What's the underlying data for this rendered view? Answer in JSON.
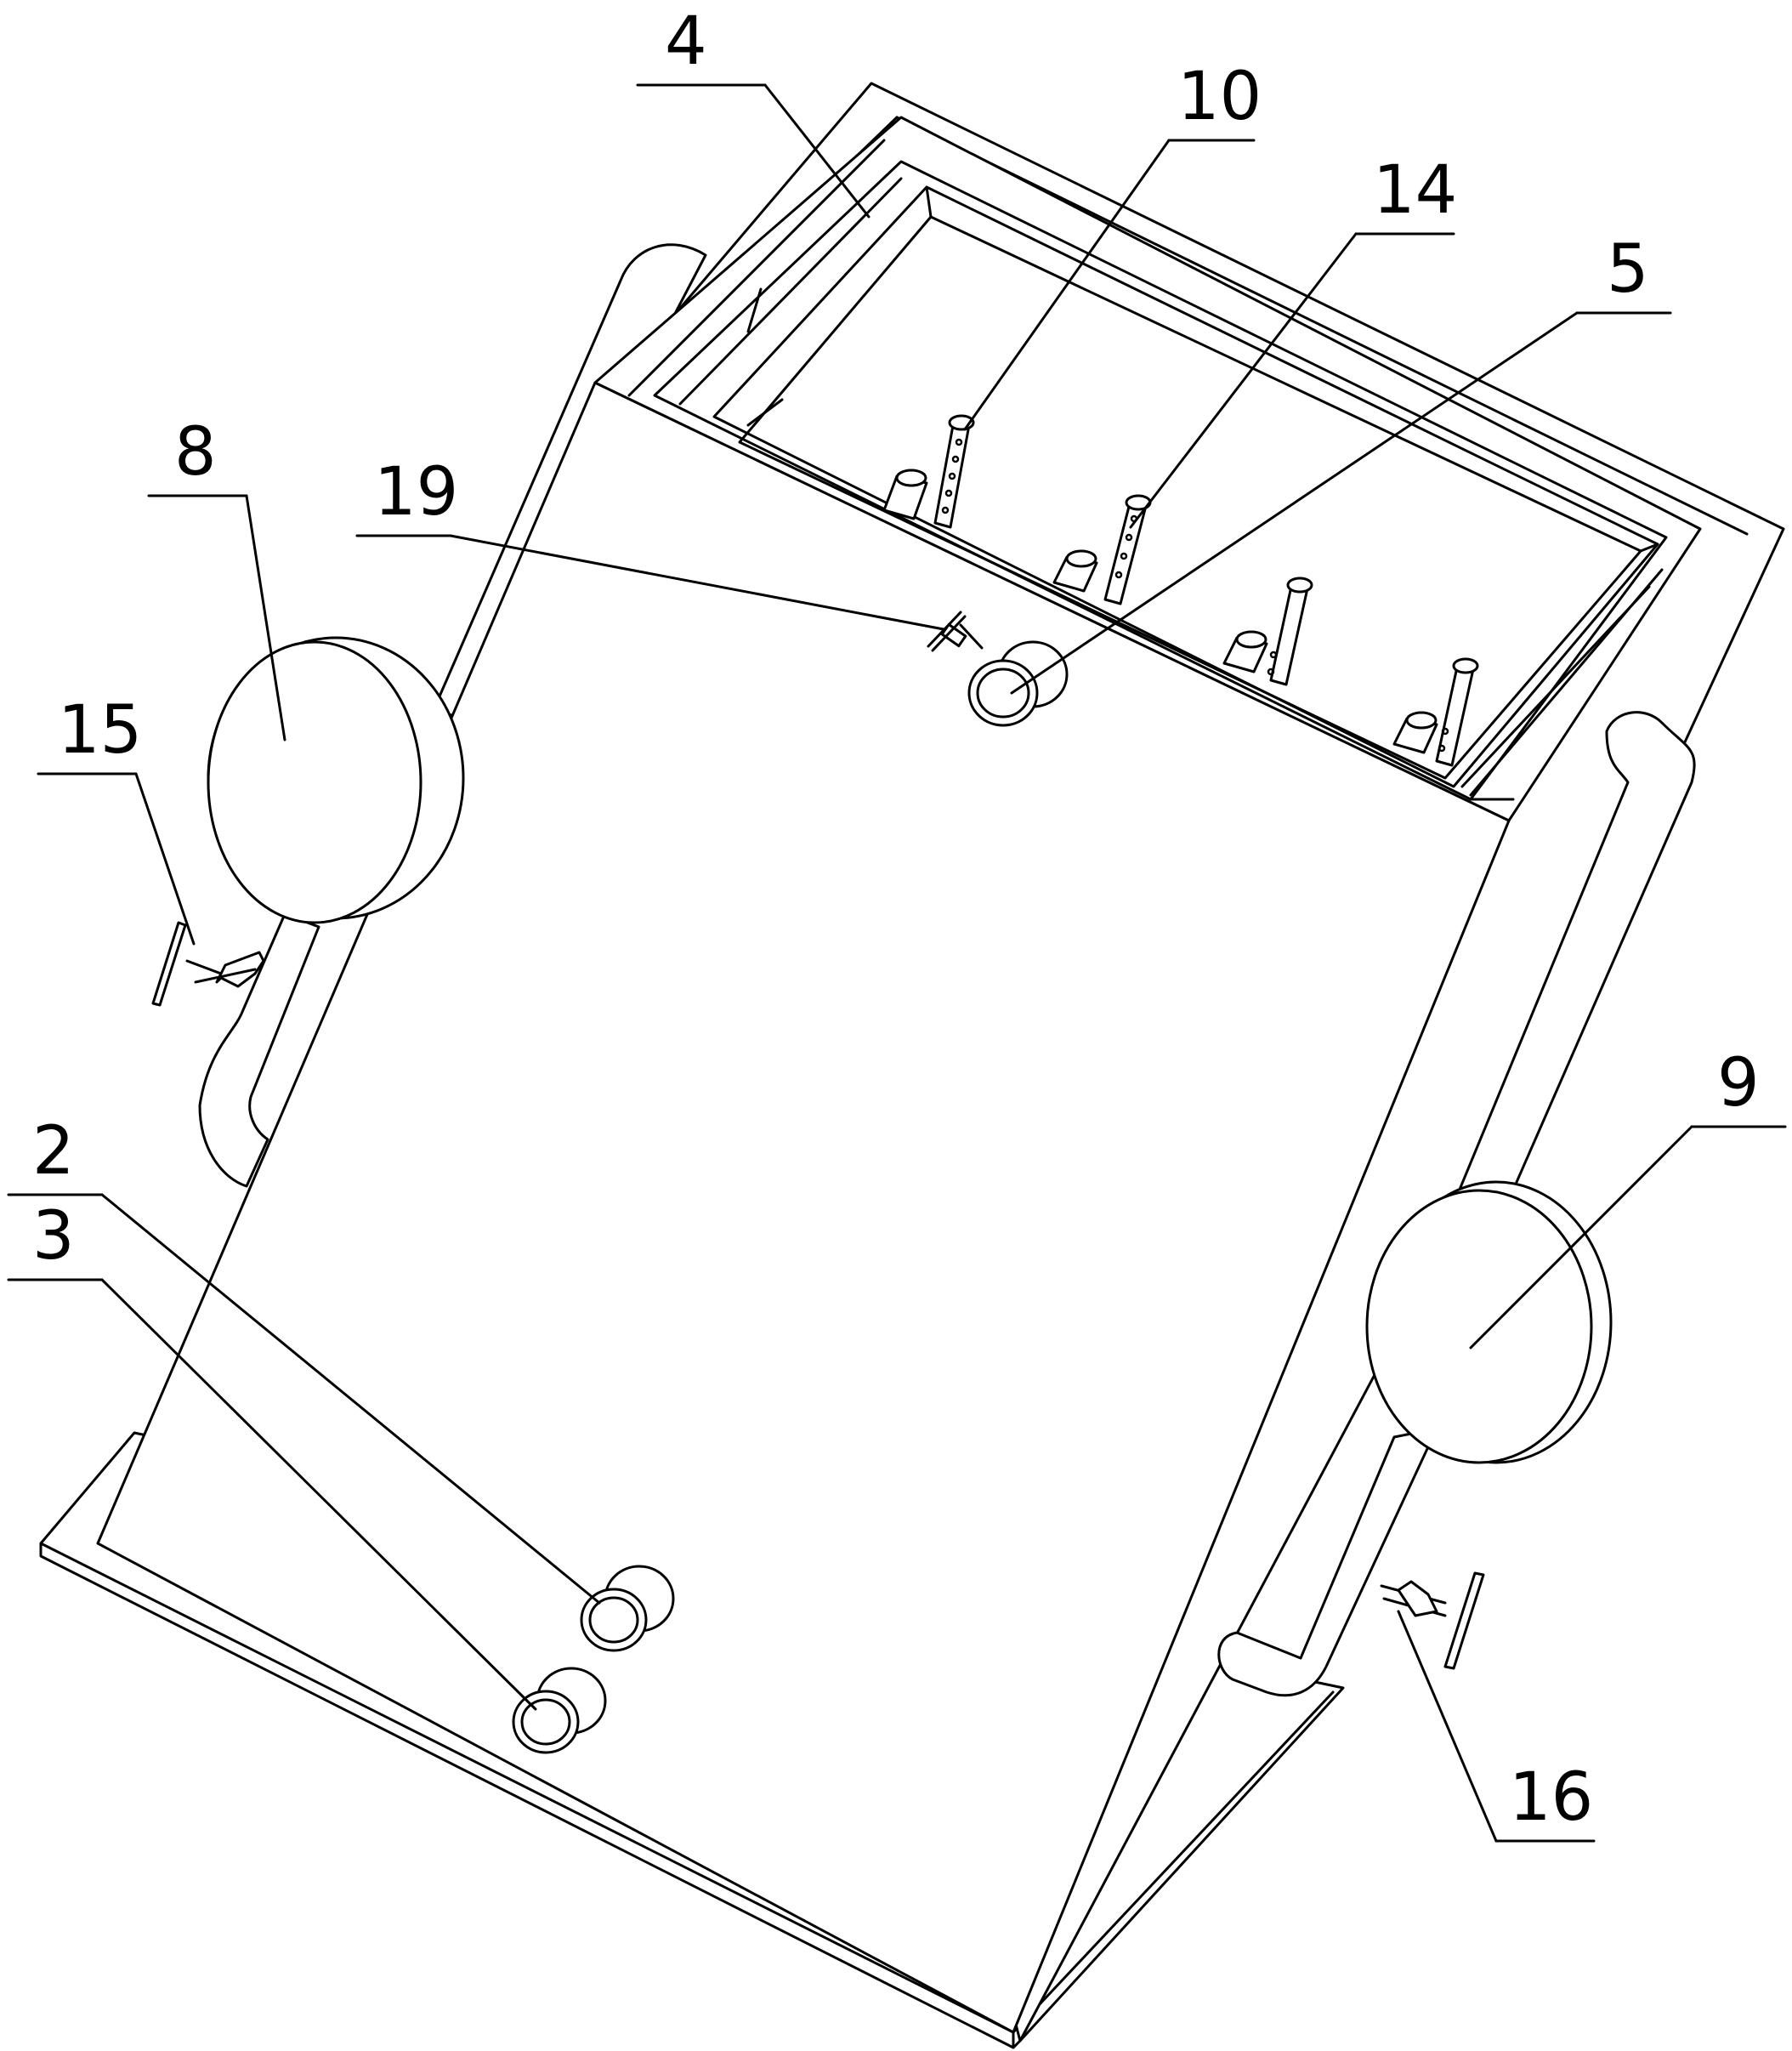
{
  "labels": {
    "l2": "2",
    "l3": "3",
    "l4": "4",
    "l5": "5",
    "l8": "8",
    "l9": "9",
    "l10": "10",
    "l14": "14",
    "l15": "15",
    "l16": "16",
    "l19": "19"
  }
}
